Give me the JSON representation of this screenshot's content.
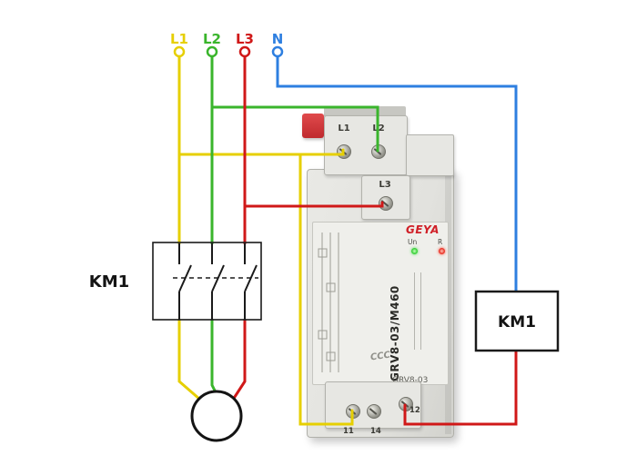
{
  "colors": {
    "yellow": "#e6cf00",
    "green": "#3ab52c",
    "red": "#d01818",
    "blue": "#2e7fe0",
    "black": "#1a1a1a"
  },
  "supply": {
    "l1": "L1",
    "l2": "L2",
    "l3": "L3",
    "n": "N"
  },
  "contactor": {
    "label": "KM1"
  },
  "coil": {
    "label": "KM1"
  },
  "relay": {
    "brand": "GEYA",
    "model_side": "GRV8-03/M460",
    "model_bottom": "GRV8-03",
    "led_un": "Un",
    "led_r": "R",
    "cert": "CCC",
    "term_l1": "L1",
    "term_l2": "L2",
    "term_l3": "L3",
    "term_11": "11",
    "term_14": "14",
    "term_12": "12"
  }
}
